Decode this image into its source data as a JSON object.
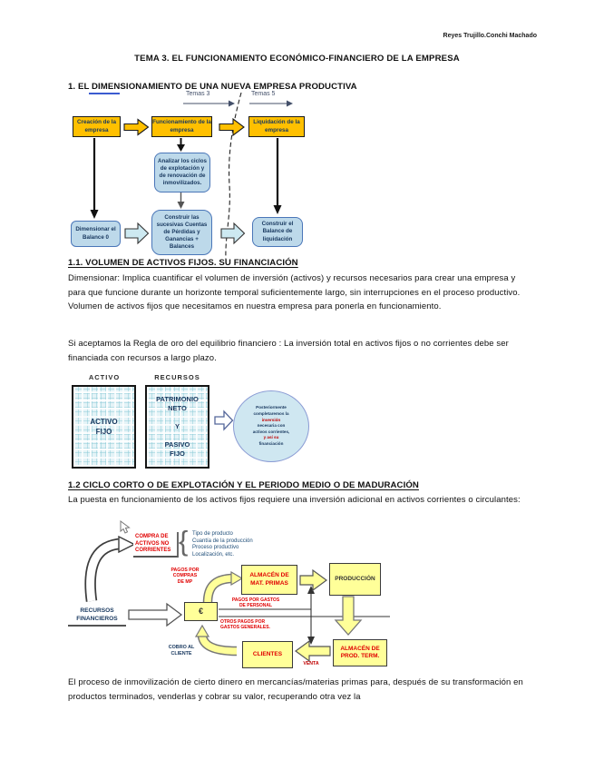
{
  "header": {
    "author": "Reyes Trujillo.Conchi Machado"
  },
  "title": "TEMA 3. EL FUNCIONAMIENTO ECONÓMICO-FINANCIERO DE LA EMPRESA",
  "section1": {
    "heading": "1. EL DIMENSIONAMIENTO DE UNA NUEVA EMPRESA PRODUCTIVA"
  },
  "diagram1": {
    "temas3": "Temas 3",
    "temas5": "Temas 5",
    "creacion": "Creación de la empresa",
    "funcionamiento": "Funcionamiento de la empresa",
    "liquidacion": "Liquidación de la empresa",
    "analizar": "Analizar los ciclos de explotación y de renovación de inmovilizados.",
    "dimensionar": "Dimensionar el Balance 0",
    "construir_cuentas": "Construir las sucesivas Cuentas de Pérdidas y Ganancias + Balances",
    "construir_balance": "Construir el Balance de liquidación"
  },
  "section11": {
    "heading": "1.1. VOLUMEN DE ACTIVOS FIJOS. SU FINANCIACIÓN",
    "para1": "Dimensionar: Implica cuantificar el volumen de inversión (activos) y recursos necesarios para crear una empresa y para que funcione durante un horizonte temporal suficientemente largo, sin interrupciones en el proceso productivo. Volumen de activos fijos que necesitamos en nuestra empresa para ponerla en funcionamiento.",
    "para2": "Si aceptamos la Regla de oro del equilibrio financiero : La inversión total en activos fijos o no corrientes debe ser financiada con recursos a largo plazo."
  },
  "diagram2": {
    "col_activo": "ACTIVO",
    "col_recursos": "RECURSOS",
    "activo_fijo": "ACTIVO\nFIJO",
    "recursos_box": "PATRIMONIO\nNETO\n\nY\n\nPASIVO\nFIJO",
    "circle_lines": [
      "Posteriormente",
      "completaremos la",
      "inversión",
      "necesaria con",
      "activos corrientes,",
      "y así su",
      "financiación"
    ]
  },
  "section12": {
    "heading": "1.2 CICLO CORTO O DE EXPLOTACIÓN Y EL PERIODO MEDIO O DE MADURACIÓN",
    "para": "La puesta en funcionamiento de los activos fijos requiere una inversión adicional en activos corrientes o circulantes:"
  },
  "diagram3": {
    "compra": "COMPRA DE ACTIVOS NO CORRIENTES",
    "brace": "{",
    "brace_items": [
      "Tipo de producto",
      "Cuantía de la producción",
      "Proceso productivo",
      "Localización, etc."
    ],
    "pagos_compras": "PAGOS POR\nCOMPRAS\nDE MP",
    "almacen_mp": "ALMACÉN DE\nMAT. PRIMAS",
    "produccion": "PRODUCCIÓN",
    "recursos_financieros": "RECURSOS\nFINANCIEROS",
    "euro": "€",
    "pagos_personal": "PAGOS POR GASTOS\nDE PERSONAL",
    "otros_pagos": "OTROS PAGOS POR\nGASTOS GENERALES.",
    "almacen_pt": "ALMACÉN DE\nPROD. TERM.",
    "clientes": "CLIENTES",
    "venta": "VENTA",
    "cobro": "COBRO AL\nCLIENTE"
  },
  "closing_para": "El proceso de inmovilización de cierto dinero en mercancías/materias primas para, después de su transformación en productos terminados, venderlas y cobrar su valor, recuperando otra vez la",
  "colors": {
    "gold": "#FFC000",
    "pale_yellow": "#FFFF99",
    "light_blue": "#BDD9EA",
    "navy": "#17375E",
    "red": "#E00000"
  }
}
